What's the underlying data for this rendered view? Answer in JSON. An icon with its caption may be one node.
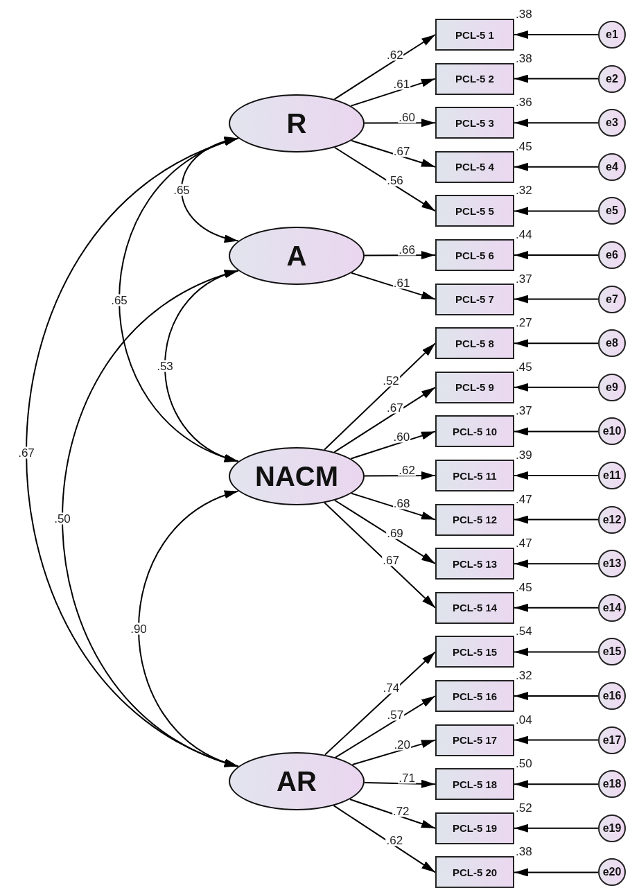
{
  "diagram": {
    "nodes": [
      {
        "text": [
          "R"
        ]
      },
      {
        "text": [
          "A"
        ]
      },
      {
        "text": [
          "NACM"
        ]
      },
      {
        "text": [
          "AR"
        ]
      },
      {
        "text": [
          "PCL-5 1"
        ],
        "beside": [
          ".38"
        ]
      },
      {
        "text": [
          "PCL-5 2"
        ],
        "beside": [
          ".38"
        ]
      },
      {
        "text": [
          "PCL-5 3"
        ],
        "beside": [
          ".36"
        ]
      },
      {
        "text": [
          "PCL-5 4"
        ],
        "beside": [
          ".45"
        ]
      },
      {
        "text": [
          "PCL-5 5"
        ],
        "beside": [
          ".32"
        ]
      },
      {
        "text": [
          "PCL-5 6"
        ],
        "beside": [
          ".44"
        ]
      },
      {
        "text": [
          "PCL-5 7"
        ],
        "beside": [
          ".37"
        ]
      },
      {
        "text": [
          "PCL-5 8"
        ],
        "beside": [
          ".27"
        ]
      },
      {
        "text": [
          "PCL-5 9"
        ],
        "beside": [
          ".45"
        ]
      },
      {
        "text": [
          "PCL-5 10"
        ],
        "beside": [
          ".37"
        ]
      },
      {
        "text": [
          "PCL-5 11"
        ],
        "beside": [
          ".39"
        ]
      },
      {
        "text": [
          "PCL-5 12"
        ],
        "beside": [
          ".47"
        ]
      },
      {
        "text": [
          "PCL-5 13"
        ],
        "beside": [
          ".47"
        ]
      },
      {
        "text": [
          "PCL-5 14"
        ],
        "beside": [
          ".45"
        ]
      },
      {
        "text": [
          "PCL-5 15"
        ],
        "beside": [
          ".54"
        ]
      },
      {
        "text": [
          "PCL-5 16"
        ],
        "beside": [
          ".32"
        ]
      },
      {
        "text": [
          "PCL-5 17"
        ],
        "beside": [
          ".04"
        ]
      },
      {
        "text": [
          "PCL-5 18"
        ],
        "beside": [
          ".50"
        ]
      },
      {
        "text": [
          "PCL-5 19"
        ],
        "beside": [
          ".52"
        ]
      },
      {
        "text": [
          "PCL-5 20"
        ],
        "beside": [
          ".38"
        ]
      },
      {
        "text": [
          "e1"
        ]
      },
      {
        "text": [
          "e2"
        ]
      },
      {
        "text": [
          "e3"
        ]
      },
      {
        "text": [
          "e4"
        ]
      },
      {
        "text": [
          "e5"
        ]
      },
      {
        "text": [
          "e6"
        ]
      },
      {
        "text": [
          "e7"
        ]
      },
      {
        "text": [
          "e8"
        ]
      },
      {
        "text": [
          "e9"
        ]
      },
      {
        "text": [
          "e10"
        ]
      },
      {
        "text": [
          "e11"
        ]
      },
      {
        "text": [
          "e12"
        ]
      },
      {
        "text": [
          "e13"
        ]
      },
      {
        "text": [
          "e14"
        ]
      },
      {
        "text": [
          "e15"
        ]
      },
      {
        "text": [
          "e16"
        ]
      },
      {
        "text": [
          "e17"
        ]
      },
      {
        "text": [
          "e18"
        ]
      },
      {
        "text": [
          "e19"
        ]
      },
      {
        "text": [
          "e20"
        ]
      }
    ],
    "edges": [
      {
        "from": 0,
        "to": 4,
        "arrow": "to",
        "label": ".62"
      },
      {
        "from": 0,
        "to": 5,
        "arrow": "to",
        "label": ".61"
      },
      {
        "from": 0,
        "to": 6,
        "arrow": "to",
        "label": ".60"
      },
      {
        "from": 0,
        "to": 7,
        "arrow": "to",
        "label": ".67"
      },
      {
        "from": 0,
        "to": 8,
        "arrow": "to",
        "label": ".56"
      },
      {
        "from": 1,
        "to": 9,
        "arrow": "to",
        "label": ".66"
      },
      {
        "from": 1,
        "to": 10,
        "arrow": "to",
        "label": ".61"
      },
      {
        "from": 2,
        "to": 11,
        "arrow": "to",
        "label": ".52"
      },
      {
        "from": 2,
        "to": 12,
        "arrow": "to",
        "label": ".67"
      },
      {
        "from": 2,
        "to": 13,
        "arrow": "to",
        "label": ".60"
      },
      {
        "from": 2,
        "to": 14,
        "arrow": "to",
        "label": ".62"
      },
      {
        "from": 2,
        "to": 15,
        "arrow": "to",
        "label": ".68"
      },
      {
        "from": 2,
        "to": 16,
        "arrow": "to",
        "label": ".69"
      },
      {
        "from": 2,
        "to": 17,
        "arrow": "to",
        "label": ".67"
      },
      {
        "from": 3,
        "to": 18,
        "arrow": "to",
        "label": ".74"
      },
      {
        "from": 3,
        "to": 19,
        "arrow": "to",
        "label": ".57"
      },
      {
        "from": 3,
        "to": 20,
        "arrow": "to",
        "label": ".20"
      },
      {
        "from": 3,
        "to": 21,
        "arrow": "to",
        "label": ".71"
      },
      {
        "from": 3,
        "to": 22,
        "arrow": "to",
        "label": ".72"
      },
      {
        "from": 3,
        "to": 23,
        "arrow": "to",
        "label": ".62"
      },
      {
        "from": 24,
        "to": 4,
        "arrow": "to"
      },
      {
        "from": 25,
        "to": 5,
        "arrow": "to"
      },
      {
        "from": 26,
        "to": 6,
        "arrow": "to"
      },
      {
        "from": 27,
        "to": 7,
        "arrow": "to"
      },
      {
        "from": 28,
        "to": 8,
        "arrow": "to"
      },
      {
        "from": 29,
        "to": 9,
        "arrow": "to"
      },
      {
        "from": 30,
        "to": 10,
        "arrow": "to"
      },
      {
        "from": 31,
        "to": 11,
        "arrow": "to"
      },
      {
        "from": 32,
        "to": 12,
        "arrow": "to"
      },
      {
        "from": 33,
        "to": 13,
        "arrow": "to"
      },
      {
        "from": 34,
        "to": 14,
        "arrow": "to"
      },
      {
        "from": 35,
        "to": 15,
        "arrow": "to"
      },
      {
        "from": 36,
        "to": 16,
        "arrow": "to"
      },
      {
        "from": 37,
        "to": 17,
        "arrow": "to"
      },
      {
        "from": 38,
        "to": 18,
        "arrow": "to"
      },
      {
        "from": 39,
        "to": 19,
        "arrow": "to"
      },
      {
        "from": 40,
        "to": 20,
        "arrow": "to"
      },
      {
        "from": 41,
        "to": 21,
        "arrow": "to"
      },
      {
        "from": 42,
        "to": 22,
        "arrow": "to"
      },
      {
        "from": 43,
        "to": 23,
        "arrow": "to"
      },
      {
        "from": 0,
        "to": 1,
        "arrow": "both",
        "label": ".65"
      },
      {
        "from": 0,
        "to": 2,
        "arrow": "both",
        "label": ".65"
      },
      {
        "from": 0,
        "to": 3,
        "arrow": "both",
        "label": ".67"
      },
      {
        "from": 1,
        "to": 2,
        "arrow": "both",
        "label": ".53"
      },
      {
        "from": 1,
        "to": 3,
        "arrow": "both",
        "label": ".50"
      },
      {
        "from": 2,
        "to": 3,
        "arrow": "both",
        "label": ".90"
      }
    ]
  }
}
